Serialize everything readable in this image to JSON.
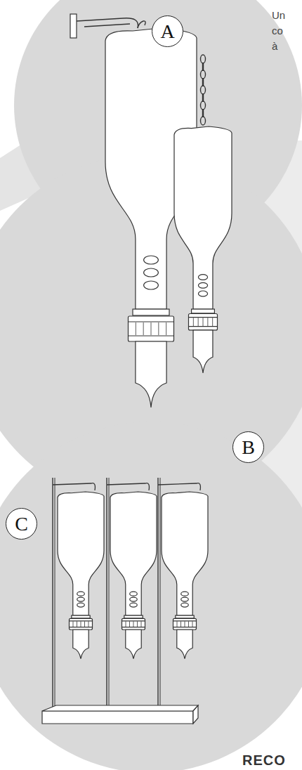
{
  "diagram": {
    "nodes": [
      {
        "text": [
          "A"
        ]
      },
      {
        "text": [
          "B"
        ]
      },
      {
        "text": [
          "C"
        ]
      }
    ],
    "labels": [
      "Un",
      "co",
      "à",
      "RECO"
    ]
  }
}
